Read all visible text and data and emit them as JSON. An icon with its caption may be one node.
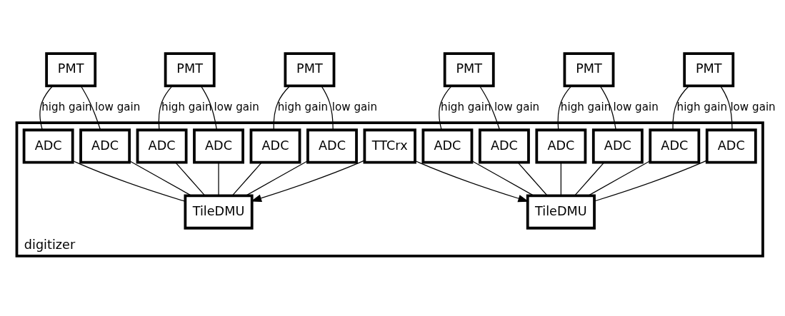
{
  "diagram": {
    "nodes": [
      {
        "text": [
          "PMT"
        ]
      },
      {
        "text": [
          "PMT"
        ]
      },
      {
        "text": [
          "PMT"
        ]
      },
      {
        "text": [
          "PMT"
        ]
      },
      {
        "text": [
          "PMT"
        ]
      },
      {
        "text": [
          "PMT"
        ]
      },
      {
        "text": [
          "digitizer"
        ]
      },
      {
        "text": [
          "ADC"
        ],
        "in": 6
      },
      {
        "text": [
          "ADC"
        ],
        "in": 6
      },
      {
        "text": [
          "ADC"
        ],
        "in": 6
      },
      {
        "text": [
          "ADC"
        ],
        "in": 6
      },
      {
        "text": [
          "ADC"
        ],
        "in": 6
      },
      {
        "text": [
          "ADC"
        ],
        "in": 6
      },
      {
        "text": [
          "ADC"
        ],
        "in": 6
      },
      {
        "text": [
          "ADC"
        ],
        "in": 6
      },
      {
        "text": [
          "ADC"
        ],
        "in": 6
      },
      {
        "text": [
          "ADC"
        ],
        "in": 6
      },
      {
        "text": [
          "ADC"
        ],
        "in": 6
      },
      {
        "text": [
          "ADC"
        ],
        "in": 6
      },
      {
        "text": [
          "TileDMU"
        ],
        "in": 6
      },
      {
        "text": [
          "TileDMU"
        ],
        "in": 6
      },
      {
        "text": [
          "TTCrx"
        ],
        "in": 6
      }
    ],
    "edges": [
      {
        "from": 0,
        "to": 7,
        "arrow": "none",
        "label": "high gain"
      },
      {
        "from": 0,
        "to": 8,
        "arrow": "none",
        "label": "low gain"
      },
      {
        "from": 1,
        "to": 9,
        "arrow": "none",
        "label": "high gain"
      },
      {
        "from": 1,
        "to": 10,
        "arrow": "none",
        "label": "low gain"
      },
      {
        "from": 2,
        "to": 11,
        "arrow": "none",
        "label": "high gain"
      },
      {
        "from": 2,
        "to": 12,
        "arrow": "none",
        "label": "low gain"
      },
      {
        "from": 3,
        "to": 13,
        "arrow": "none",
        "label": "high gain"
      },
      {
        "from": 3,
        "to": 14,
        "arrow": "none",
        "label": "low gain"
      },
      {
        "from": 4,
        "to": 15,
        "arrow": "none",
        "label": "high gain"
      },
      {
        "from": 4,
        "to": 16,
        "arrow": "none",
        "label": "low gain"
      },
      {
        "from": 5,
        "to": 17,
        "arrow": "none",
        "label": "high gain"
      },
      {
        "from": 5,
        "to": 18,
        "arrow": "none",
        "label": "low gain"
      },
      {
        "from": 7,
        "to": 19,
        "arrow": "none"
      },
      {
        "from": 8,
        "to": 19,
        "arrow": "none"
      },
      {
        "from": 9,
        "to": 19,
        "arrow": "none"
      },
      {
        "from": 10,
        "to": 19,
        "arrow": "none"
      },
      {
        "from": 11,
        "to": 19,
        "arrow": "none"
      },
      {
        "from": 12,
        "to": 19,
        "arrow": "none"
      },
      {
        "from": 13,
        "to": 20,
        "arrow": "none"
      },
      {
        "from": 14,
        "to": 20,
        "arrow": "none"
      },
      {
        "from": 15,
        "to": 20,
        "arrow": "none"
      },
      {
        "from": 16,
        "to": 20,
        "arrow": "none"
      },
      {
        "from": 17,
        "to": 20,
        "arrow": "none"
      },
      {
        "from": 18,
        "to": 20,
        "arrow": "none"
      },
      {
        "from": 21,
        "to": 19,
        "arrow": "to"
      },
      {
        "from": 21,
        "to": 20,
        "arrow": "to"
      }
    ]
  }
}
